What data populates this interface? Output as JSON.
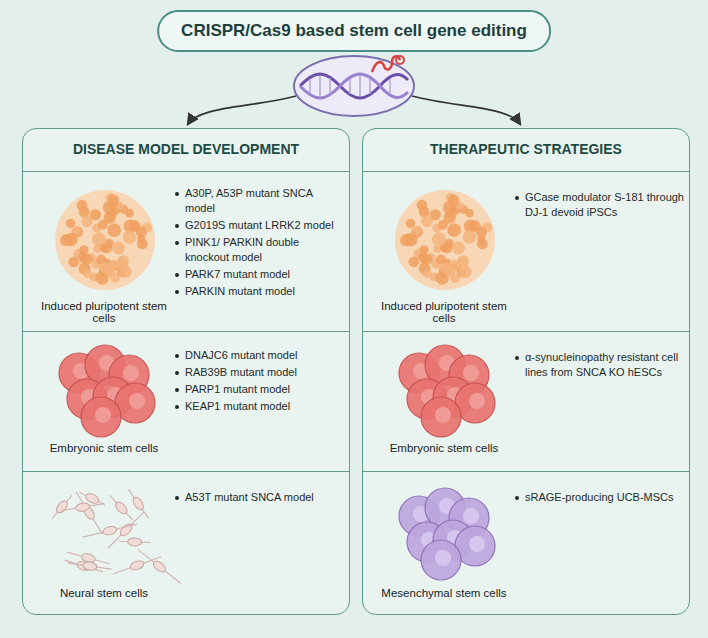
{
  "diagram": {
    "title": "CRISPR/Cas9 based stem cell gene editing",
    "nodes": [
      {
        "text": [
          "DISEASE MODEL DEVELOPMENT"
        ]
      },
      {
        "text": [
          "Induced pluripotent stem cells",
          "A30P, A53P mutant SNCA model",
          "G2019S mutant LRRK2 model",
          "PINK1/ PARKIN double knockout model",
          "PARK7 mutant model",
          "PARKIN mutant model"
        ],
        "in": 0
      },
      {
        "text": [
          "Embryonic stem cells",
          "DNAJC6 mutant model",
          "RAB39B mutant model",
          "PARP1 mutant model",
          "KEAP1 mutant model"
        ],
        "in": 0
      },
      {
        "text": [
          "Neural stem cells",
          "A53T mutant SNCA model"
        ],
        "in": 0
      },
      {
        "text": [
          "THERAPEUTIC STRATEGIES"
        ]
      },
      {
        "text": [
          "Induced pluripotent stem cells",
          "GCase modulator S-181 through DJ-1 devoid iPSCs"
        ],
        "in": 4
      },
      {
        "text": [
          "Embryonic stem cells",
          "α-synucleinopathy resistant cell lines from SNCA KO hESCs"
        ],
        "in": 4
      },
      {
        "text": [
          "Mesenchymal stem cells",
          "sRAGE-producing UCB-MSCs"
        ],
        "in": 4
      }
    ]
  }
}
